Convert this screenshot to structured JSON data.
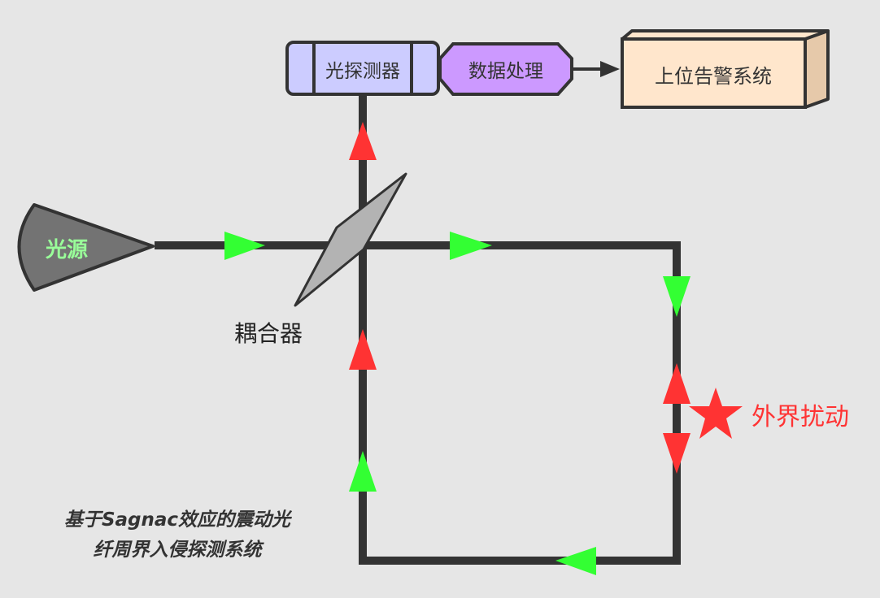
{
  "labels": {
    "detector": "光探测器",
    "processing": "数据处理",
    "alarm": "上位告警系统",
    "source": "光源",
    "coupler": "耦合器",
    "disturbance": "外界扰动",
    "caption_line1": "基于Sagnac效应的震动光",
    "caption_line2": "纤周界入侵探测系统"
  },
  "colors": {
    "background": "#e6e6e6",
    "fiber": "#333333",
    "forward_arrow": "#33ff33",
    "reverse_arrow": "#ff3333",
    "detector_fill": "#ccccff",
    "processing_fill": "#cc99ff",
    "alarm_fill": "#ffe6cc",
    "source_label": "#99ff99"
  }
}
